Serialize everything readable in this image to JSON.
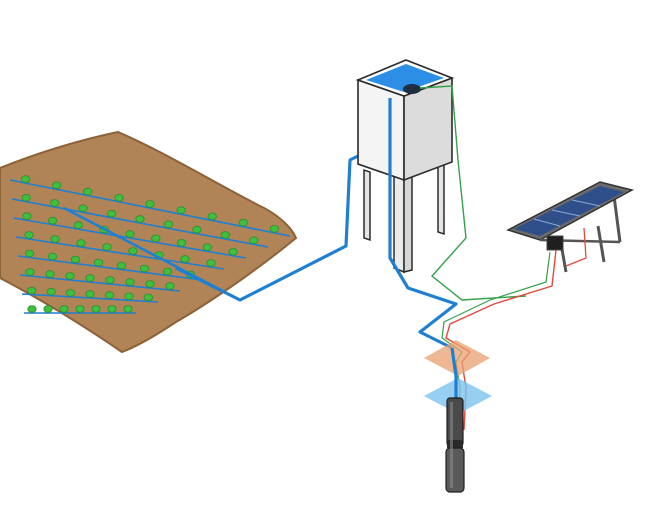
{
  "diagram": {
    "components": {
      "field": "crop-field",
      "tank": "elevated-water-tank",
      "solar_panel": "solar-panel",
      "controller": "pump-controller",
      "pump": "submersible-pump",
      "ground_layer": "soil-layer",
      "water_layer": "aquifer-layer"
    },
    "colors": {
      "soil": "#b08457",
      "soil_edge": "#8c6239",
      "plant": "#3fbf3f",
      "drip_line": "#1f7fd1",
      "pipe": "#1f7fd1",
      "tank_body": "#f2f2f2",
      "tank_water": "#2d8ee6",
      "wire_red": "#e8473b",
      "wire_green": "#33a14b",
      "panel": "#2e4f8a",
      "frame": "#555555",
      "ground_band": "#e9a070",
      "water_band": "#7cc3ee"
    }
  }
}
